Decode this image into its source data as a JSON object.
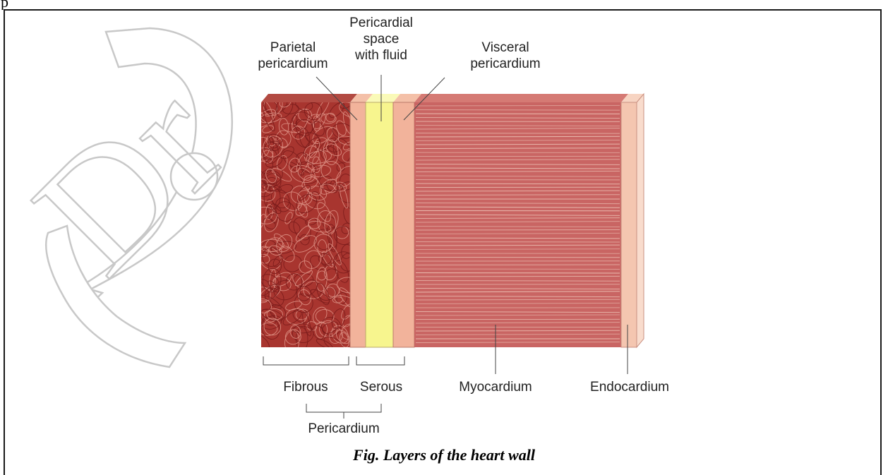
{
  "page": {
    "top_fragment": "p"
  },
  "figure": {
    "labels": {
      "parietal": "Parietal\npericardium",
      "space": "Pericardial\nspace\nwith fluid",
      "visceral": "Visceral\npericardium",
      "fibrous": "Fibrous",
      "serous": "Serous",
      "myocardium": "Myocardium",
      "endocardium": "Endocardium",
      "pericardium": "Pericardium"
    },
    "caption": "Fig. Layers of the heart wall"
  },
  "watermark": {
    "text": "Dr"
  },
  "colors": {
    "fibrous": "#a8352f",
    "fibrous_dark": "#7d1d1c",
    "pale_layer": "#f2b39b",
    "fluid": "#f7f58e",
    "myocardium": "#c96563",
    "muscle_line": "#ecc1b4",
    "endocardium": "#f4c6b0",
    "watermark": "#c8c8c8"
  }
}
